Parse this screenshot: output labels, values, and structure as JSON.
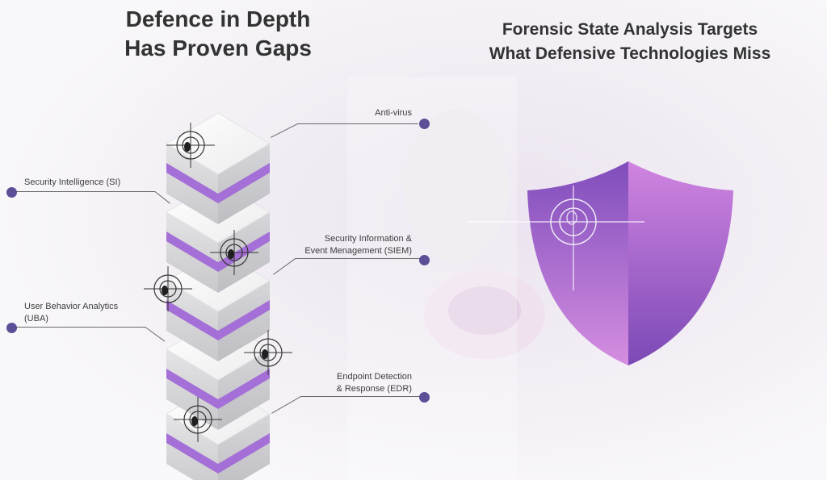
{
  "titles": {
    "left": [
      "Defence in Depth",
      "Has Proven Gaps"
    ],
    "right": [
      "Forensic State Analysis Targets",
      "What Defensive Technologies Miss"
    ]
  },
  "labels": {
    "antivirus": [
      "Anti-virus"
    ],
    "si": [
      "Security Intelligence (SI)"
    ],
    "siem": [
      "Security Information &",
      "Event Menagement (SIEM)"
    ],
    "uba": [
      "User Behavior Analytics",
      "(UBA)"
    ],
    "edr": [
      "Endpoint Detection",
      "& Response (EDR)"
    ]
  },
  "colors": {
    "accent_purple": "#a46fd6",
    "dot": "#5c4f98",
    "shield_left": "#8a52c2",
    "shield_right": "#c477d8"
  }
}
